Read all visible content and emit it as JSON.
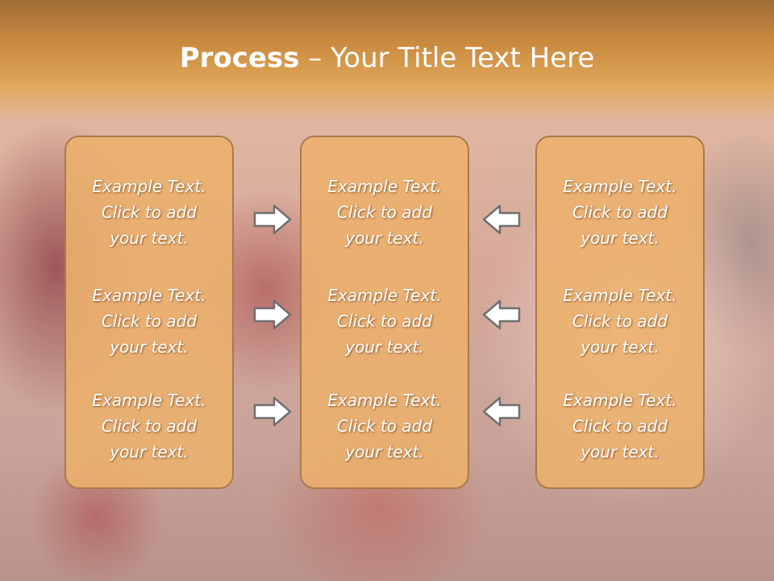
{
  "slide": {
    "title_bold": "Process",
    "title_rest": " – Your Title Text Here"
  },
  "columns": [
    {
      "items": [
        {
          "line1": "Example Text.",
          "line2": "Click  to add",
          "line3": "your text."
        },
        {
          "line1": "Example Text.",
          "line2": "Click  to add",
          "line3": "your text."
        },
        {
          "line1": "Example Text.",
          "line2": "Click  to add",
          "line3": "your text."
        }
      ]
    },
    {
      "items": [
        {
          "line1": "Example Text.",
          "line2": "Click  to add",
          "line3": "your text."
        },
        {
          "line1": "Example Text.",
          "line2": "Click  to add",
          "line3": "your text."
        },
        {
          "line1": "Example Text.",
          "line2": "Click  to add",
          "line3": "your text."
        }
      ]
    },
    {
      "items": [
        {
          "line1": "Example Text.",
          "line2": "Click  to add",
          "line3": "your text."
        },
        {
          "line1": "Example Text.",
          "line2": "Click  to add",
          "line3": "your text."
        },
        {
          "line1": "Example Text.",
          "line2": "Click  to add",
          "line3": "your text."
        }
      ]
    }
  ],
  "arrows": {
    "left_group": "right-arrow-icon",
    "right_group": "left-arrow-icon"
  },
  "colors": {
    "banner": "#c98a3f",
    "box_fill": "#ecb06c",
    "box_border": "#a97a48",
    "text": "#ffffff"
  }
}
